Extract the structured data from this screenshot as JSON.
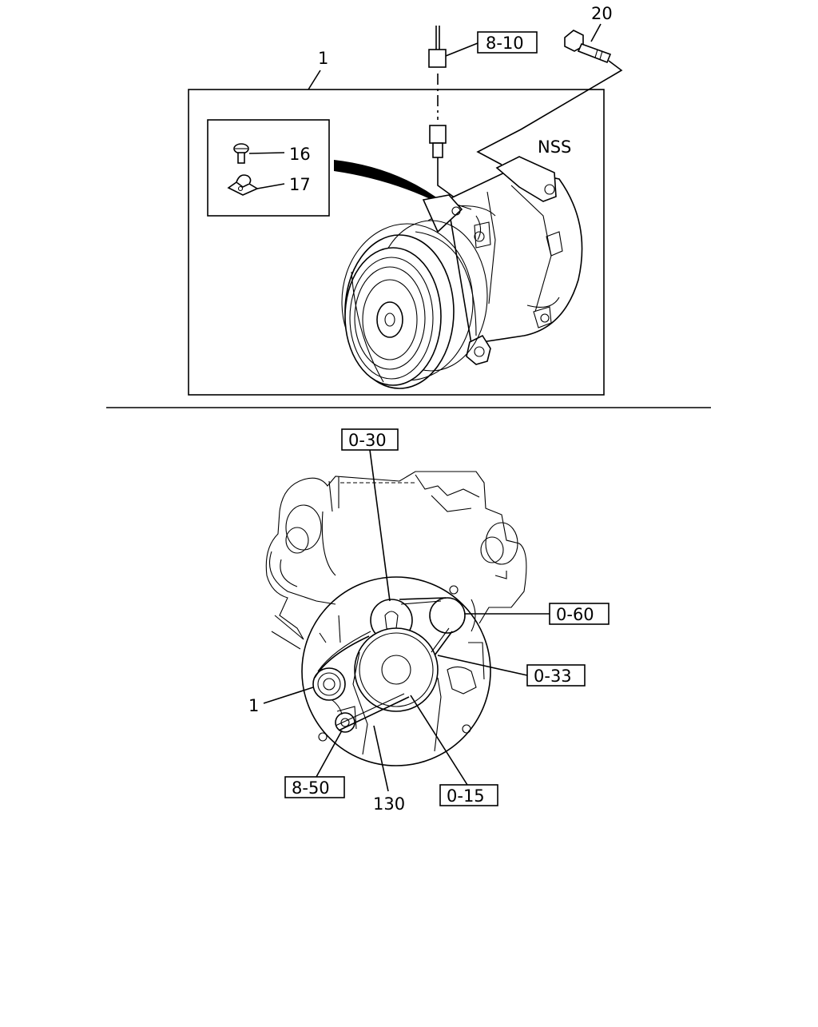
{
  "labels": {
    "assembly_top": "1",
    "bolt": "20",
    "connector_ref": "8-10",
    "nss": "NSS",
    "screw": "16",
    "clip": "17",
    "ref_0_30": "0-30",
    "ref_0_60": "0-60",
    "ref_0_33": "0-33",
    "assembly_bottom": "1",
    "ref_8_50": "8-50",
    "belt": "130",
    "ref_0_15": "0-15"
  }
}
